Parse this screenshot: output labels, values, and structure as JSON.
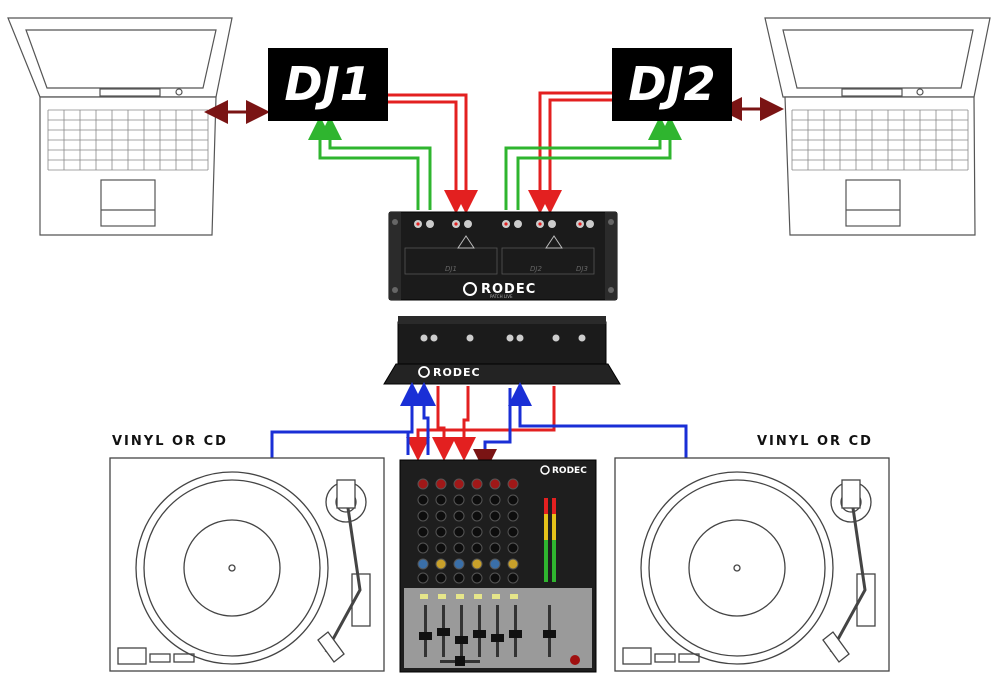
{
  "dj_boxes": {
    "dj1": "DJ1",
    "dj2": "DJ2"
  },
  "sources": {
    "left_label": "VINYL OR CD",
    "right_label": "VINYL OR CD"
  },
  "devices": {
    "patch_brand": "RODEC",
    "patch_sub": "PATCH LIVE",
    "interface_brand": "RODEC",
    "mixer_brand": "RODEC",
    "patch_ch1": "DJ1",
    "patch_ch2": "DJ2",
    "patch_ch3": "DJ3"
  },
  "colors": {
    "red": "#e32020",
    "green": "#2fb52f",
    "blue": "#1a2fd6",
    "dark_red": "#7a1414",
    "device": "#1a1a1a"
  },
  "icons": {
    "laptop": "laptop-icon",
    "turntable": "turntable-icon"
  }
}
